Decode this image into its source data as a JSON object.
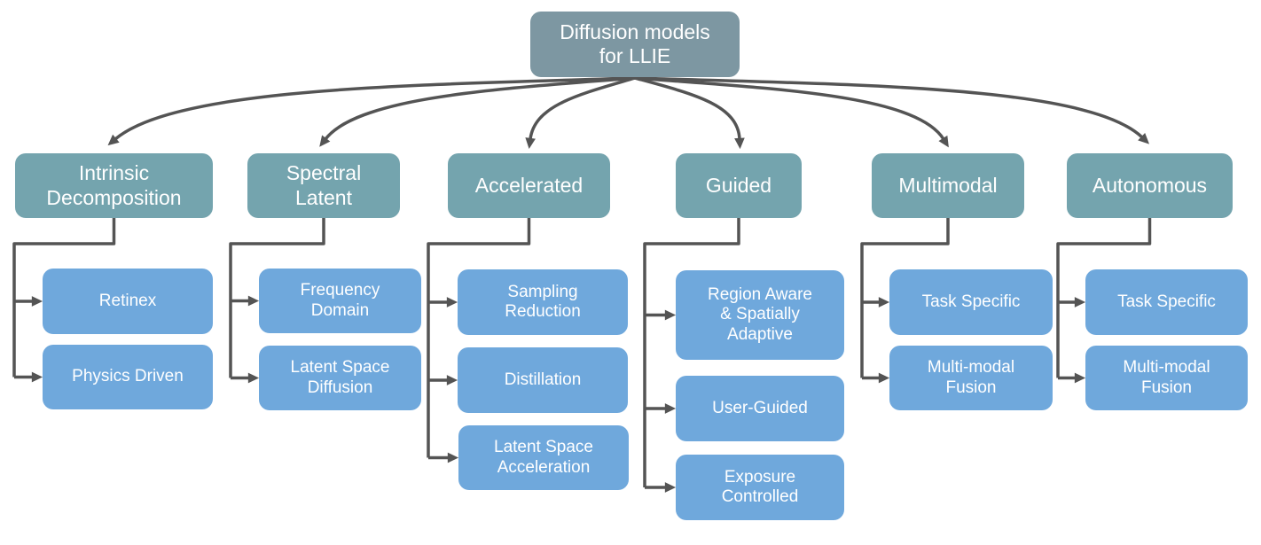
{
  "root": {
    "label": "Diffusion models\nfor LLIE"
  },
  "branches": [
    {
      "label": "Intrinsic\nDecomposition",
      "children": [
        {
          "label": "Retinex"
        },
        {
          "label": "Physics Driven"
        }
      ]
    },
    {
      "label": "Spectral\nLatent",
      "children": [
        {
          "label": "Frequency\nDomain"
        },
        {
          "label": "Latent Space\nDiffusion"
        }
      ]
    },
    {
      "label": "Accelerated",
      "children": [
        {
          "label": "Sampling\nReduction"
        },
        {
          "label": "Distillation"
        },
        {
          "label": "Latent Space\nAcceleration"
        }
      ]
    },
    {
      "label": "Guided",
      "children": [
        {
          "label": "Region Aware\n& Spatially\nAdaptive"
        },
        {
          "label": "User-Guided"
        },
        {
          "label": "Exposure\nControlled"
        }
      ]
    },
    {
      "label": "Multimodal",
      "children": [
        {
          "label": "Task Specific"
        },
        {
          "label": "Multi-modal\nFusion"
        }
      ]
    },
    {
      "label": "Autonomous",
      "children": [
        {
          "label": "Task Specific"
        },
        {
          "label": "Multi-modal\nFusion"
        }
      ]
    }
  ],
  "colors": {
    "root_fill": "#7d97a2",
    "branch_fill": "#74a4ae",
    "child_fill": "#6fa8dc",
    "connector": "#545454",
    "text": "#ffffff",
    "background": "#ffffff"
  }
}
